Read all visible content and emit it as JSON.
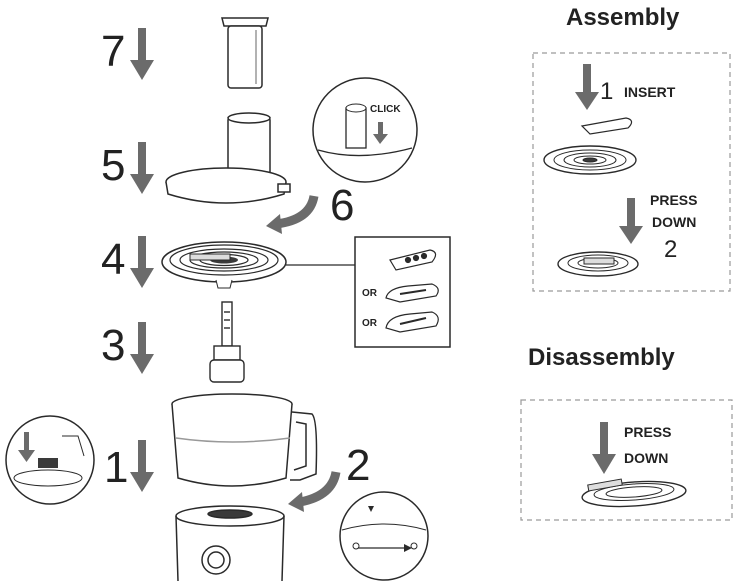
{
  "steps": {
    "n7": "7",
    "n5": "5",
    "n6": "6",
    "n4": "4",
    "n3": "3",
    "n1": "1",
    "n2": "2"
  },
  "callouts": {
    "click": "CLICK",
    "or_1": "OR",
    "or_2": "OR"
  },
  "assembly": {
    "title": "Assembly",
    "step1_num": "1",
    "step1_label": "INSERT",
    "step2_label_line1": "PRESS",
    "step2_label_line2": "DOWN",
    "step2_num": "2"
  },
  "disassembly": {
    "title": "Disassembly",
    "label_line1": "PRESS",
    "label_line2": "DOWN"
  },
  "colors": {
    "arrow": "#6b6b6b",
    "outline": "#2a2a2a",
    "dashed": "#9a9a9a",
    "fill_dark": "#3a3a3a"
  }
}
